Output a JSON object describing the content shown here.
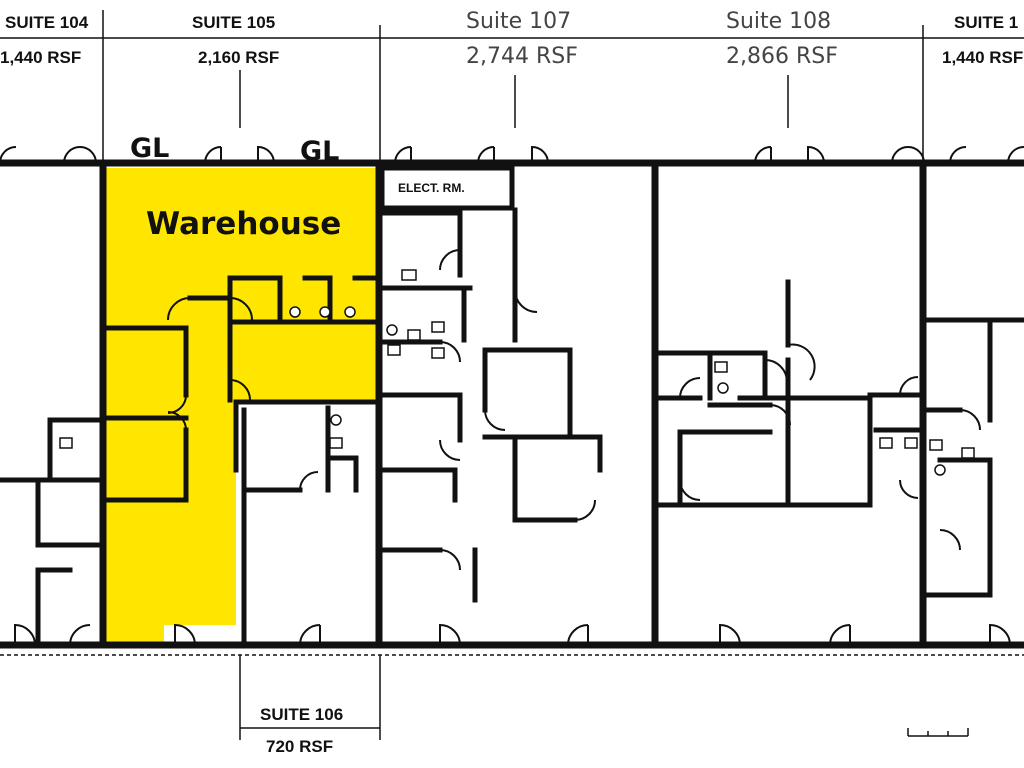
{
  "floorplan": {
    "suites": [
      {
        "name": "SUITE 104",
        "area": "1,440 RSF",
        "style": "bold"
      },
      {
        "name": "SUITE 105",
        "area": "2,160 RSF",
        "style": "bold"
      },
      {
        "name": "Suite 107",
        "area": "2,744 RSF",
        "style": "light"
      },
      {
        "name": "Suite 108",
        "area": "2,866 RSF",
        "style": "light"
      },
      {
        "name": "SUITE 1",
        "area": "1,440 RSF",
        "style": "bold"
      },
      {
        "name": "SUITE 106",
        "area": "720 RSF",
        "style": "bold"
      }
    ],
    "gl_labels": [
      "GL",
      "GL"
    ],
    "highlight": {
      "label": "Warehouse",
      "color": "#FFE600"
    },
    "rooms": {
      "electrical": "ELECT. RM."
    },
    "scale_mark": "└─┴─┘"
  }
}
